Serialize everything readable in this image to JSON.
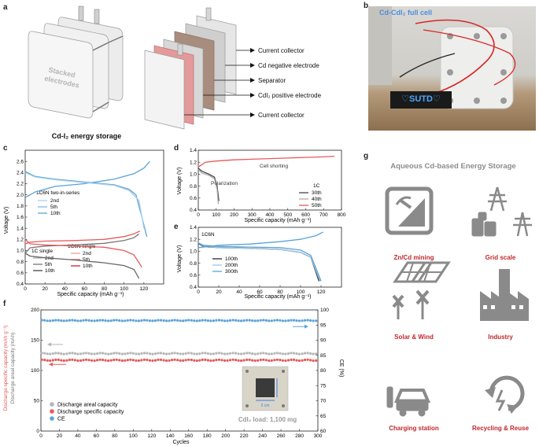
{
  "panel_labels": {
    "a": "a",
    "b": "b",
    "c": "c",
    "d": "d",
    "e": "e",
    "f": "f",
    "g": "g"
  },
  "panel_a": {
    "stack_text_1": "Stacked",
    "stack_text_2": "electrodes",
    "caption": "Cd-I₂ energy storage",
    "layer_labels": [
      "Current collector",
      "Cd negative electrode",
      "Separator",
      "CdI₂ positive electrode",
      "Current collector"
    ]
  },
  "panel_b": {
    "caption": "Cd-CdI₂ full cell",
    "display_text": "♡SUTD♡"
  },
  "panel_g": {
    "title": "Aqueous Cd-based Energy Storage",
    "items": [
      "Zn/Cd mining",
      "Grid scale",
      "Solar & Wind",
      "Industry",
      "Charging station",
      "Recycling & Reuse"
    ],
    "icon_color": "#8a8a8a",
    "label_color": "#c0272d"
  },
  "panel_f_extra": {
    "inset_label": "CdI₂ load: 1,100 mg",
    "inset_dim": "2 cm"
  },
  "chart_data": [
    {
      "id": "c",
      "type": "line",
      "xlabel": "Specific capacity (mAh g⁻¹)",
      "ylabel": "Voltage (V)",
      "xlim": [
        0,
        140
      ],
      "ylim": [
        0.4,
        2.8
      ],
      "xticks": [
        0,
        20,
        40,
        60,
        80,
        100,
        120
      ],
      "yticks": [
        0.4,
        0.6,
        0.8,
        1.0,
        1.2,
        1.4,
        1.6,
        1.8,
        2.0,
        2.2,
        2.4,
        2.6
      ],
      "legend_groups": [
        {
          "title": "1C6N two-in-series",
          "entries": [
            "2nd",
            "5th",
            "10th"
          ]
        },
        {
          "title": "1C single",
          "entries": [
            "2nd",
            "5th",
            "10th"
          ]
        },
        {
          "title": "1C6N single",
          "entries": [
            "2nd",
            "5th",
            "10th"
          ]
        }
      ],
      "series": [
        {
          "name": "two-in-series 10th charge",
          "color": "#5ba3d6",
          "x": [
            0,
            10,
            30,
            60,
            90,
            110,
            120,
            126
          ],
          "y": [
            1.95,
            2.05,
            2.15,
            2.2,
            2.28,
            2.38,
            2.48,
            2.6
          ]
        },
        {
          "name": "two-in-series 10th discharge",
          "color": "#5ba3d6",
          "x": [
            0,
            10,
            30,
            60,
            90,
            105,
            112,
            118,
            123
          ],
          "y": [
            2.42,
            2.33,
            2.28,
            2.23,
            2.18,
            2.1,
            2.0,
            1.6,
            1.25
          ]
        },
        {
          "name": "two-in-series 2nd",
          "color": "#a8cfea",
          "x": [
            0,
            10,
            30,
            60,
            90,
            105,
            115,
            120
          ],
          "y": [
            2.4,
            2.32,
            2.27,
            2.22,
            2.17,
            2.08,
            1.9,
            1.4
          ]
        },
        {
          "name": "1C single charge",
          "color": "#777777",
          "x": [
            0,
            5,
            20,
            50,
            80,
            100,
            110,
            115
          ],
          "y": [
            0.95,
            1.05,
            1.08,
            1.1,
            1.13,
            1.18,
            1.23,
            1.3
          ]
        },
        {
          "name": "1C single discharge",
          "color": "#666666",
          "x": [
            0,
            5,
            20,
            50,
            80,
            100,
            110,
            115
          ],
          "y": [
            0.95,
            0.9,
            0.87,
            0.83,
            0.78,
            0.73,
            0.66,
            0.5
          ]
        },
        {
          "name": "1C6N single charge",
          "color": "#e55a5a",
          "x": [
            0,
            5,
            20,
            50,
            80,
            100,
            110,
            116
          ],
          "y": [
            1.12,
            1.15,
            1.17,
            1.18,
            1.2,
            1.25,
            1.3,
            1.35
          ]
        },
        {
          "name": "1C6N single discharge",
          "color": "#e55a5a",
          "x": [
            0,
            5,
            20,
            50,
            80,
            100,
            110,
            118
          ],
          "y": [
            1.2,
            1.12,
            1.1,
            1.08,
            1.06,
            1.0,
            0.92,
            0.7
          ]
        }
      ]
    },
    {
      "id": "d",
      "type": "line",
      "xlabel": "Specific capacity (mAh g⁻¹)",
      "ylabel": "Voltage (V)",
      "xlim": [
        0,
        800
      ],
      "ylim": [
        0.4,
        1.4
      ],
      "xticks": [
        0,
        100,
        200,
        300,
        400,
        500,
        600,
        700,
        800
      ],
      "yticks": [
        0.4,
        0.6,
        0.8,
        1.0,
        1.2,
        1.4
      ],
      "legend_title": "1C",
      "annotations": [
        "Polarization",
        "Cell shorting"
      ],
      "series": [
        {
          "name": "30th",
          "color": "#444444",
          "x": [
            0,
            20,
            60,
            90,
            105,
            115
          ],
          "y": [
            1.1,
            1.05,
            1.0,
            0.95,
            0.8,
            0.55
          ]
        },
        {
          "name": "40th",
          "color": "#aaaaaa",
          "x": [
            0,
            20,
            60,
            90,
            105,
            112
          ],
          "y": [
            1.08,
            1.02,
            0.98,
            0.92,
            0.75,
            0.5
          ]
        },
        {
          "name": "50th",
          "color": "#e55a5a",
          "x": [
            0,
            40,
            100,
            200,
            300,
            400,
            500,
            600,
            700,
            760
          ],
          "y": [
            1.12,
            1.2,
            1.22,
            1.24,
            1.25,
            1.26,
            1.27,
            1.28,
            1.29,
            1.3
          ]
        }
      ]
    },
    {
      "id": "e",
      "type": "line",
      "xlabel": "Specific capacity (mAh g⁻¹)",
      "ylabel": "Voltage (V)",
      "xlim": [
        0,
        140
      ],
      "ylim": [
        0.4,
        1.4
      ],
      "xticks": [
        0,
        20,
        40,
        60,
        80,
        100,
        120
      ],
      "yticks": [
        0.4,
        0.6,
        0.8,
        1.0,
        1.2,
        1.4
      ],
      "legend_title": "1C6N",
      "series": [
        {
          "name": "100th",
          "color": "#2a2a2a",
          "x": [
            0,
            5,
            20,
            50,
            80,
            100,
            110,
            118
          ],
          "y": [
            1.13,
            1.08,
            1.06,
            1.05,
            1.03,
            0.98,
            0.9,
            0.5
          ]
        },
        {
          "name": "200th",
          "color": "#9ec7e6",
          "x": [
            0,
            5,
            20,
            50,
            80,
            100,
            110,
            119
          ],
          "y": [
            1.14,
            1.09,
            1.06,
            1.05,
            1.03,
            0.98,
            0.9,
            0.5
          ]
        },
        {
          "name": "300th",
          "color": "#5ba3d6",
          "x": [
            0,
            5,
            20,
            50,
            80,
            100,
            110,
            120
          ],
          "y": [
            1.14,
            1.1,
            1.08,
            1.07,
            1.06,
            1.02,
            0.93,
            0.5
          ]
        },
        {
          "name": "300th charge",
          "color": "#5ba3d6",
          "x": [
            0,
            20,
            50,
            80,
            100,
            115,
            122
          ],
          "y": [
            1.06,
            1.1,
            1.12,
            1.16,
            1.2,
            1.26,
            1.32
          ]
        }
      ]
    },
    {
      "id": "f",
      "type": "scatter",
      "xlabel": "Cycles",
      "ylabel_left_1": "Discharge specific capacity (mAh g⁻¹)",
      "ylabel_left_2": "Discharge areal capacity (mAh)",
      "ylabel_right": "CE (%)",
      "xlim": [
        0,
        300
      ],
      "ylim": [
        0,
        200
      ],
      "ylim_right": [
        60,
        100
      ],
      "xticks": [
        0,
        20,
        40,
        60,
        80,
        100,
        120,
        140,
        160,
        180,
        200,
        220,
        240,
        260,
        280,
        300
      ],
      "yticks": [
        0,
        50,
        100,
        150,
        200
      ],
      "yticks_right": [
        60,
        65,
        70,
        75,
        80,
        85,
        90,
        95,
        100
      ],
      "series": [
        {
          "name": "Discharge areal capacity",
          "color": "#b5b5b5",
          "axis": "left",
          "value": 128
        },
        {
          "name": "Discharge specific capacity",
          "color": "#e55a5a",
          "axis": "left",
          "value": 117
        },
        {
          "name": "CE",
          "color": "#5ba3d6",
          "axis": "right",
          "value": 96.5
        }
      ]
    }
  ]
}
